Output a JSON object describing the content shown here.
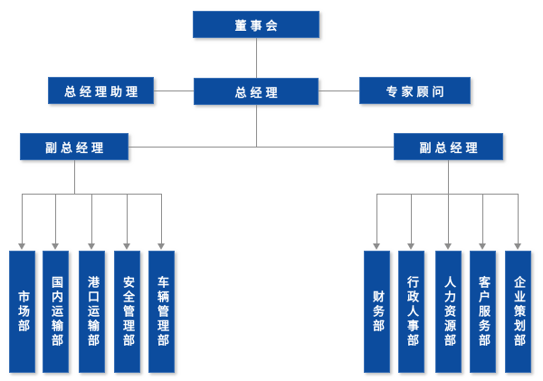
{
  "colors": {
    "node_fill": "#0c4c9e",
    "node_border": "#3a70b5",
    "node_text": "#ffffff",
    "connector": "#8d8d8d",
    "background": "#ffffff"
  },
  "org": {
    "board": "董事会",
    "gm_assistant": "总经理助理",
    "gm": "总经理",
    "expert_advisor": "专家顾问",
    "deputy_gm_left": "副总经理",
    "deputy_gm_right": "副总经理",
    "left_departments": [
      "市场部",
      "国内运输部",
      "港口运输部",
      "安全管理部",
      "车辆管理部"
    ],
    "right_departments": [
      "财务部",
      "行政人事部",
      "人力资源部",
      "客户服务部",
      "企业策划部"
    ]
  }
}
